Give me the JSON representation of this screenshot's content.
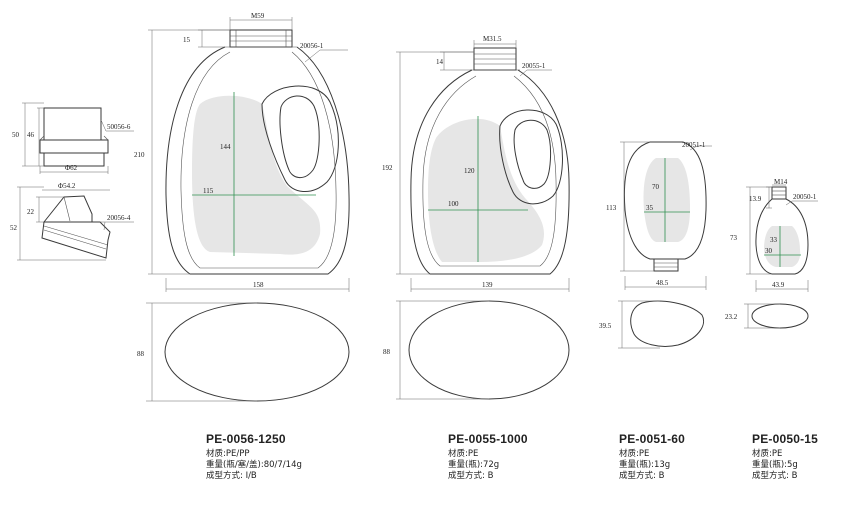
{
  "products": [
    {
      "code": "PE-0056-1250",
      "material": "材质:PE/PP",
      "weight": "重量(瓶/塞/盖):80/7/14g",
      "process": "成型方式: I/B",
      "dims": {
        "neck": "M59",
        "neck_h": "15",
        "height": "210",
        "width": "158",
        "depth": "88",
        "label_h": "144",
        "label_w": "115",
        "part": "20056-1"
      },
      "cap": {
        "part": "50056-6",
        "h_total": "50",
        "h_inner": "46",
        "dia": "Φ62"
      },
      "spout": {
        "part": "20056-4",
        "h_total": "52",
        "h_inner": "22",
        "dia": "Φ54.2"
      }
    },
    {
      "code": "PE-0055-1000",
      "material": "材质:PE",
      "weight": "重量(瓶):72g",
      "process": "成型方式: B",
      "dims": {
        "neck": "M31.5",
        "neck_h": "14",
        "height": "192",
        "width": "139",
        "depth": "88",
        "label_h": "120",
        "label_w": "100",
        "part": "20055-1"
      }
    },
    {
      "code": "PE-0051-60",
      "material": "材质:PE",
      "weight": "重量(瓶):13g",
      "process": "成型方式: B",
      "dims": {
        "height": "113",
        "width": "48.5",
        "depth": "39.5",
        "label_h": "70",
        "label_w": "35",
        "part": "20051-1"
      }
    },
    {
      "code": "PE-0050-15",
      "material": "材质:PE",
      "weight": "重量(瓶):5g",
      "process": "成型方式: B",
      "dims": {
        "neck": "M14",
        "neck_h": "13.9",
        "height": "73",
        "width": "43.9",
        "depth": "23.2",
        "label_h": "33",
        "label_w": "30",
        "part": "20050-1"
      }
    }
  ]
}
